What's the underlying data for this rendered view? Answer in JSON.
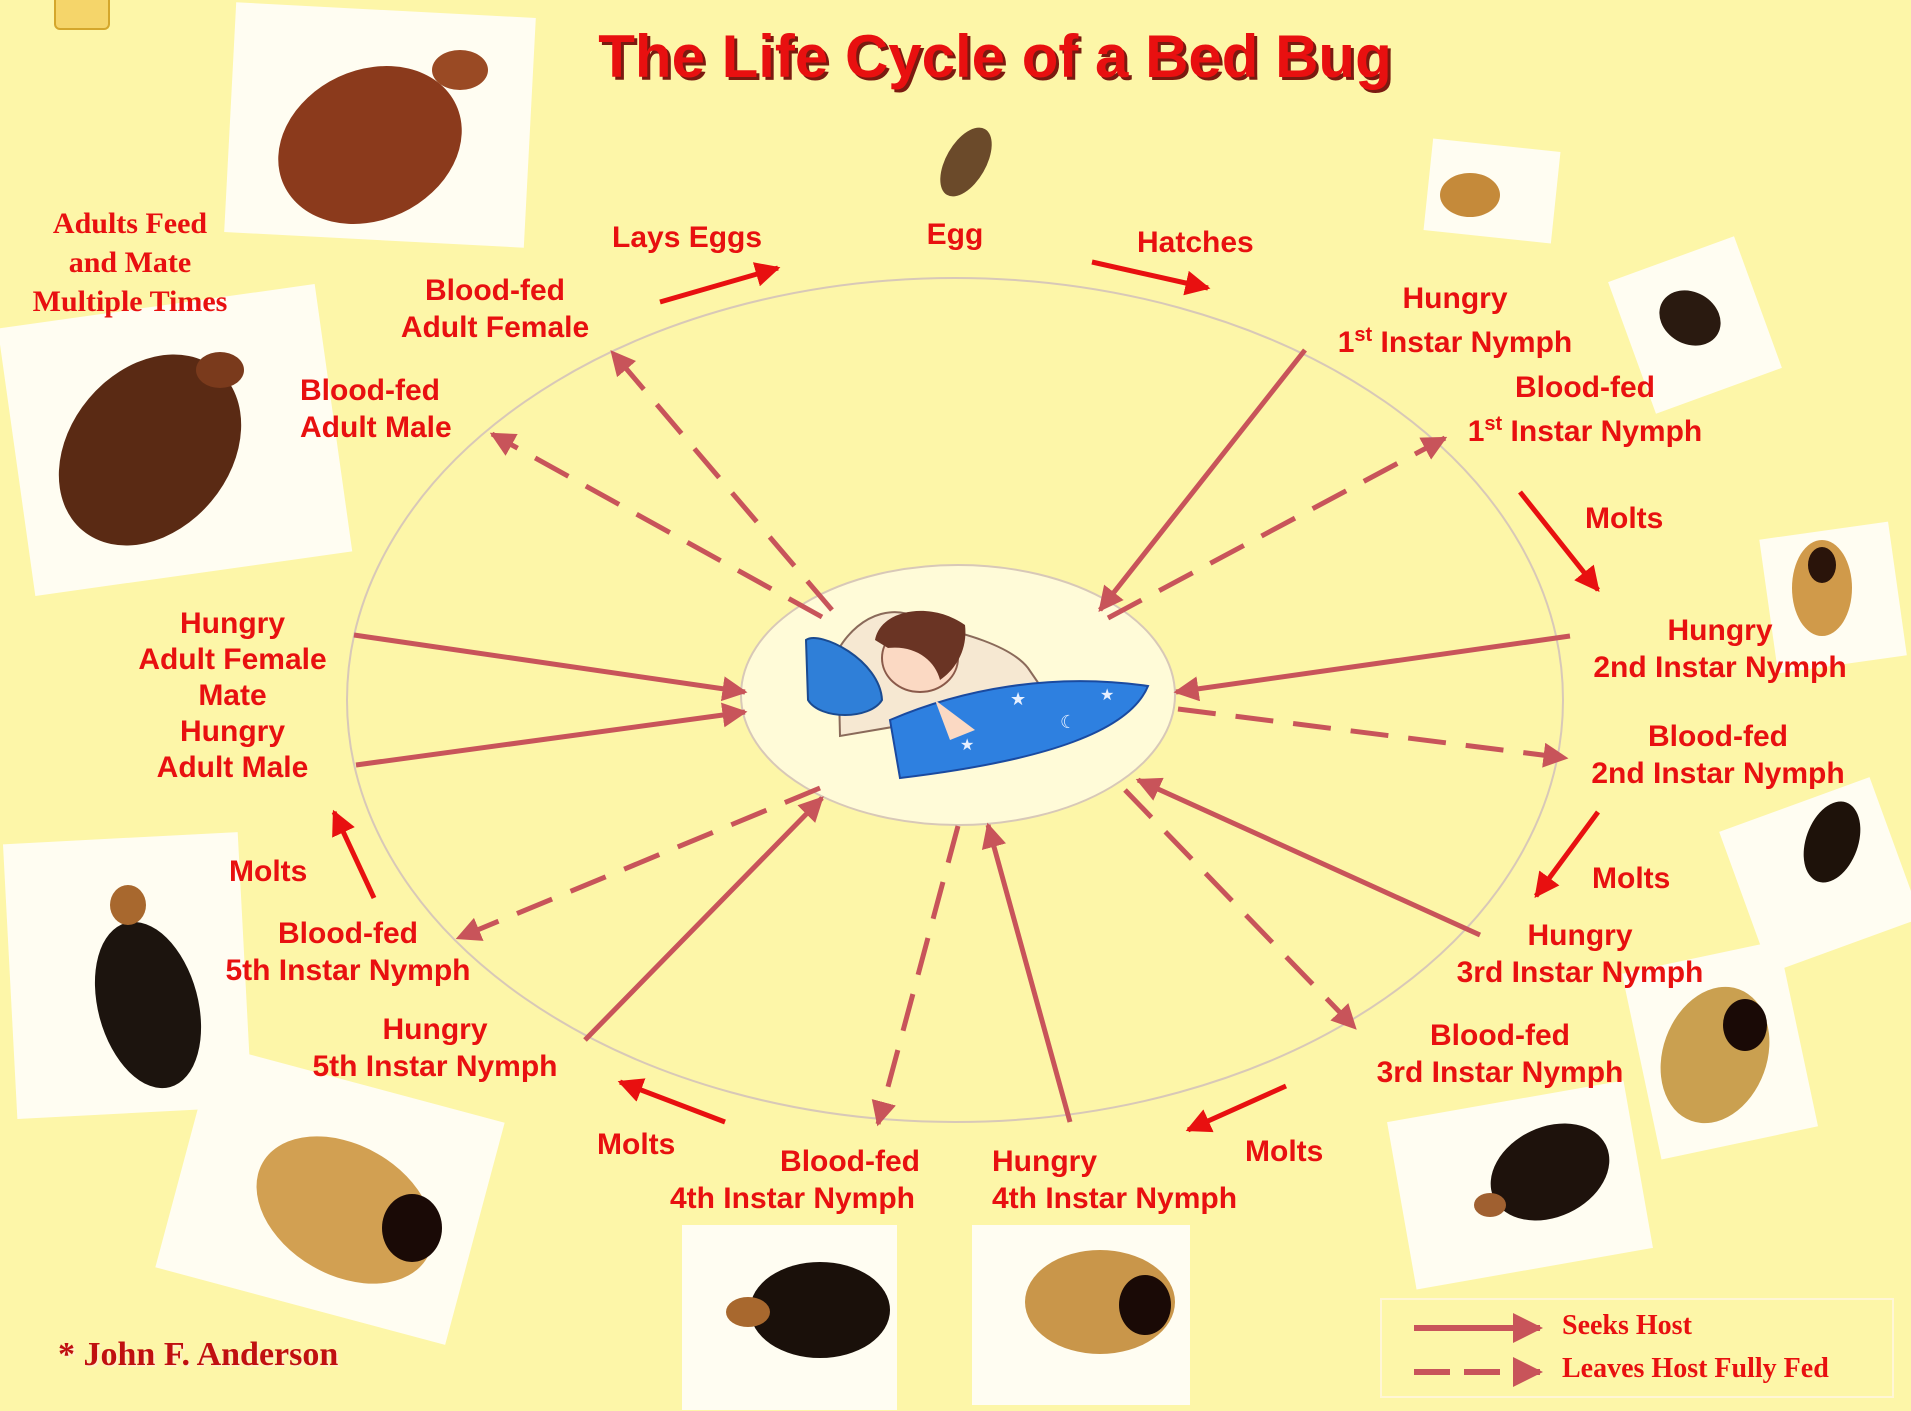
{
  "title": "The Life Cycle of a Bed Bug",
  "credit": "* John F. Anderson",
  "adults_note": [
    "Adults Feed",
    "and Mate",
    "Multiple Times"
  ],
  "stages": {
    "egg": [
      "Egg"
    ],
    "hungry_1st": [
      "Hungry",
      "1st Instar Nymph"
    ],
    "fed_1st": [
      "Blood-fed",
      "1st Instar Nymph"
    ],
    "hungry_2nd": [
      "Hungry",
      "2nd Instar Nymph"
    ],
    "fed_2nd": [
      "Blood-fed",
      "2nd Instar Nymph"
    ],
    "hungry_3rd": [
      "Hungry",
      "3rd Instar Nymph"
    ],
    "fed_3rd": [
      "Blood-fed",
      "3rd Instar Nymph"
    ],
    "hungry_4th": [
      "Hungry",
      "4th Instar Nymph"
    ],
    "fed_4th": [
      "Blood-fed",
      "4th Instar Nymph"
    ],
    "hungry_5th": [
      "Hungry",
      "5th Instar Nymph"
    ],
    "fed_5th": [
      "Blood-fed",
      "5th Instar Nymph"
    ],
    "hungry_adults": [
      "Hungry",
      "Adult Female",
      "Mate",
      "Hungry",
      "Adult Male"
    ],
    "fed_male": [
      "Blood-fed",
      "Adult Male"
    ],
    "fed_female": [
      "Blood-fed",
      "Adult Female"
    ]
  },
  "transitions": {
    "lays_eggs": "Lays Eggs",
    "hatches": "Hatches",
    "molts": "Molts"
  },
  "legend": {
    "seeks": "Seeks Host",
    "leaves": "Leaves Host Fully Fed"
  },
  "colors": {
    "background": "#fdf6a8",
    "label_red": "#e81010",
    "arrow": "#c8545a",
    "ellipse": "#d8c8b8"
  }
}
